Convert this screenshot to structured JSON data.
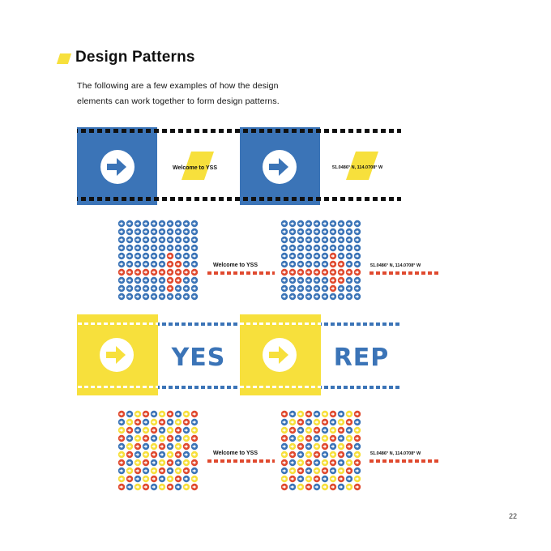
{
  "header": {
    "title": "Design Patterns",
    "intro_line1": "The following are a few examples of how the design",
    "intro_line2": "elements can work together to form design patterns."
  },
  "examples": {
    "welcome_text": "Welcome to YSS",
    "coordinates_text": "51.0486° N, 114.0708° W",
    "word_1": "YES",
    "word_2": "REP"
  },
  "page_number": "22",
  "colors": {
    "blue": "#3b74b7",
    "yellow": "#f7e03c",
    "red": "#e04a2f",
    "black": "#111111"
  },
  "icons": [
    "arrow-circle-icon",
    "parallelogram-mark-icon",
    "arrow-grid-pattern"
  ]
}
